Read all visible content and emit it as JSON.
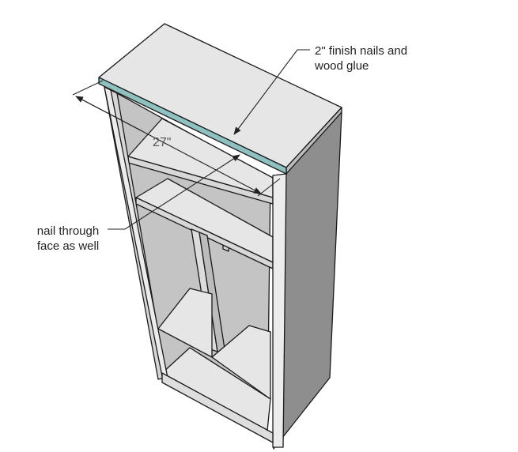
{
  "annotations": {
    "top_note_line1": "2\" finish nails and",
    "top_note_line2": "wood glue",
    "side_note_line1": "nail through",
    "side_note_line2": "face as well",
    "dimension": "27\""
  },
  "colors": {
    "panel_light": "#e6e6e6",
    "panel_mid": "#dcdcdc",
    "panel_dark": "#c4c4c4",
    "panel_shadow": "#8e8e8e",
    "trim_highlight": "#8fc1c1",
    "back_teal": "#8fb8b8",
    "outline": "#1a1a1a"
  }
}
